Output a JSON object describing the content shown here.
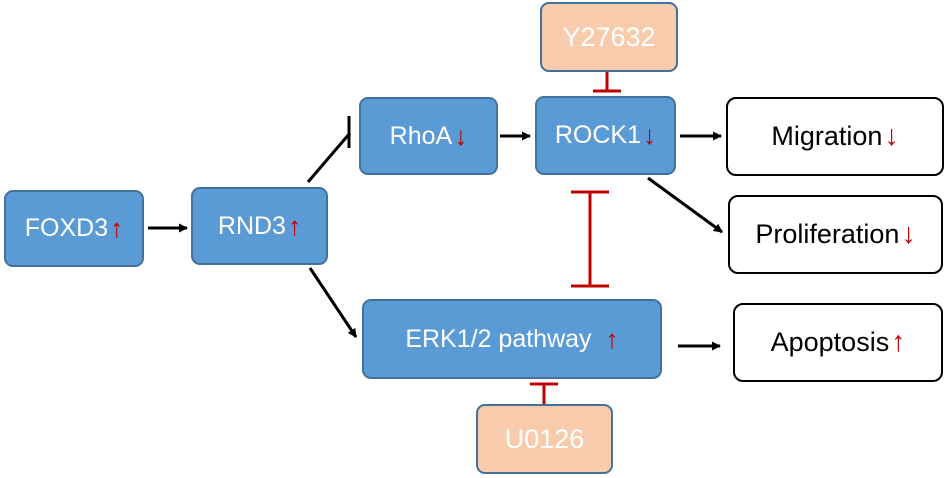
{
  "nodes": {
    "foxd3": {
      "label": "FOXD3",
      "change": "↑"
    },
    "rnd3": {
      "label": "RND3",
      "change": "↑"
    },
    "rhoa": {
      "label": "RhoA",
      "change": "↓"
    },
    "rock1": {
      "label": "ROCK1",
      "change": "↓"
    },
    "erk": {
      "label": "ERK1/2 pathway",
      "change": "↑"
    },
    "y27632": {
      "label": "Y27632"
    },
    "u0126": {
      "label": "U0126"
    },
    "migration": {
      "label": "Migration",
      "change": "↓"
    },
    "proliferation": {
      "label": "Proliferation",
      "change": "↓"
    },
    "apoptosis": {
      "label": "Apoptosis",
      "change": "↑"
    }
  },
  "edges": [
    {
      "from": "FOXD3",
      "to": "RND3",
      "type": "activates"
    },
    {
      "from": "RND3",
      "to": "RhoA",
      "type": "inhibits"
    },
    {
      "from": "RND3",
      "to": "ERK1/2 pathway",
      "type": "activates"
    },
    {
      "from": "RhoA",
      "to": "ROCK1",
      "type": "activates"
    },
    {
      "from": "ROCK1",
      "to": "Migration",
      "type": "activates"
    },
    {
      "from": "ROCK1",
      "to": "Proliferation",
      "type": "activates"
    },
    {
      "from": "ERK1/2 pathway",
      "to": "Apoptosis",
      "type": "activates"
    },
    {
      "from": "ROCK1",
      "to": "ERK1/2 pathway",
      "type": "mutual-inhibition"
    },
    {
      "from": "Y27632",
      "to": "ROCK1",
      "type": "inhibits"
    },
    {
      "from": "U0126",
      "to": "ERK1/2 pathway",
      "type": "inhibits"
    }
  ],
  "colors": {
    "node_fill": "#5b9bd5",
    "node_border": "#41719c",
    "inhibitor_fill": "#f8cbad",
    "up_down_arrow": "#c00000",
    "activation_line": "#000000",
    "inhibition_line": "#c00000"
  }
}
